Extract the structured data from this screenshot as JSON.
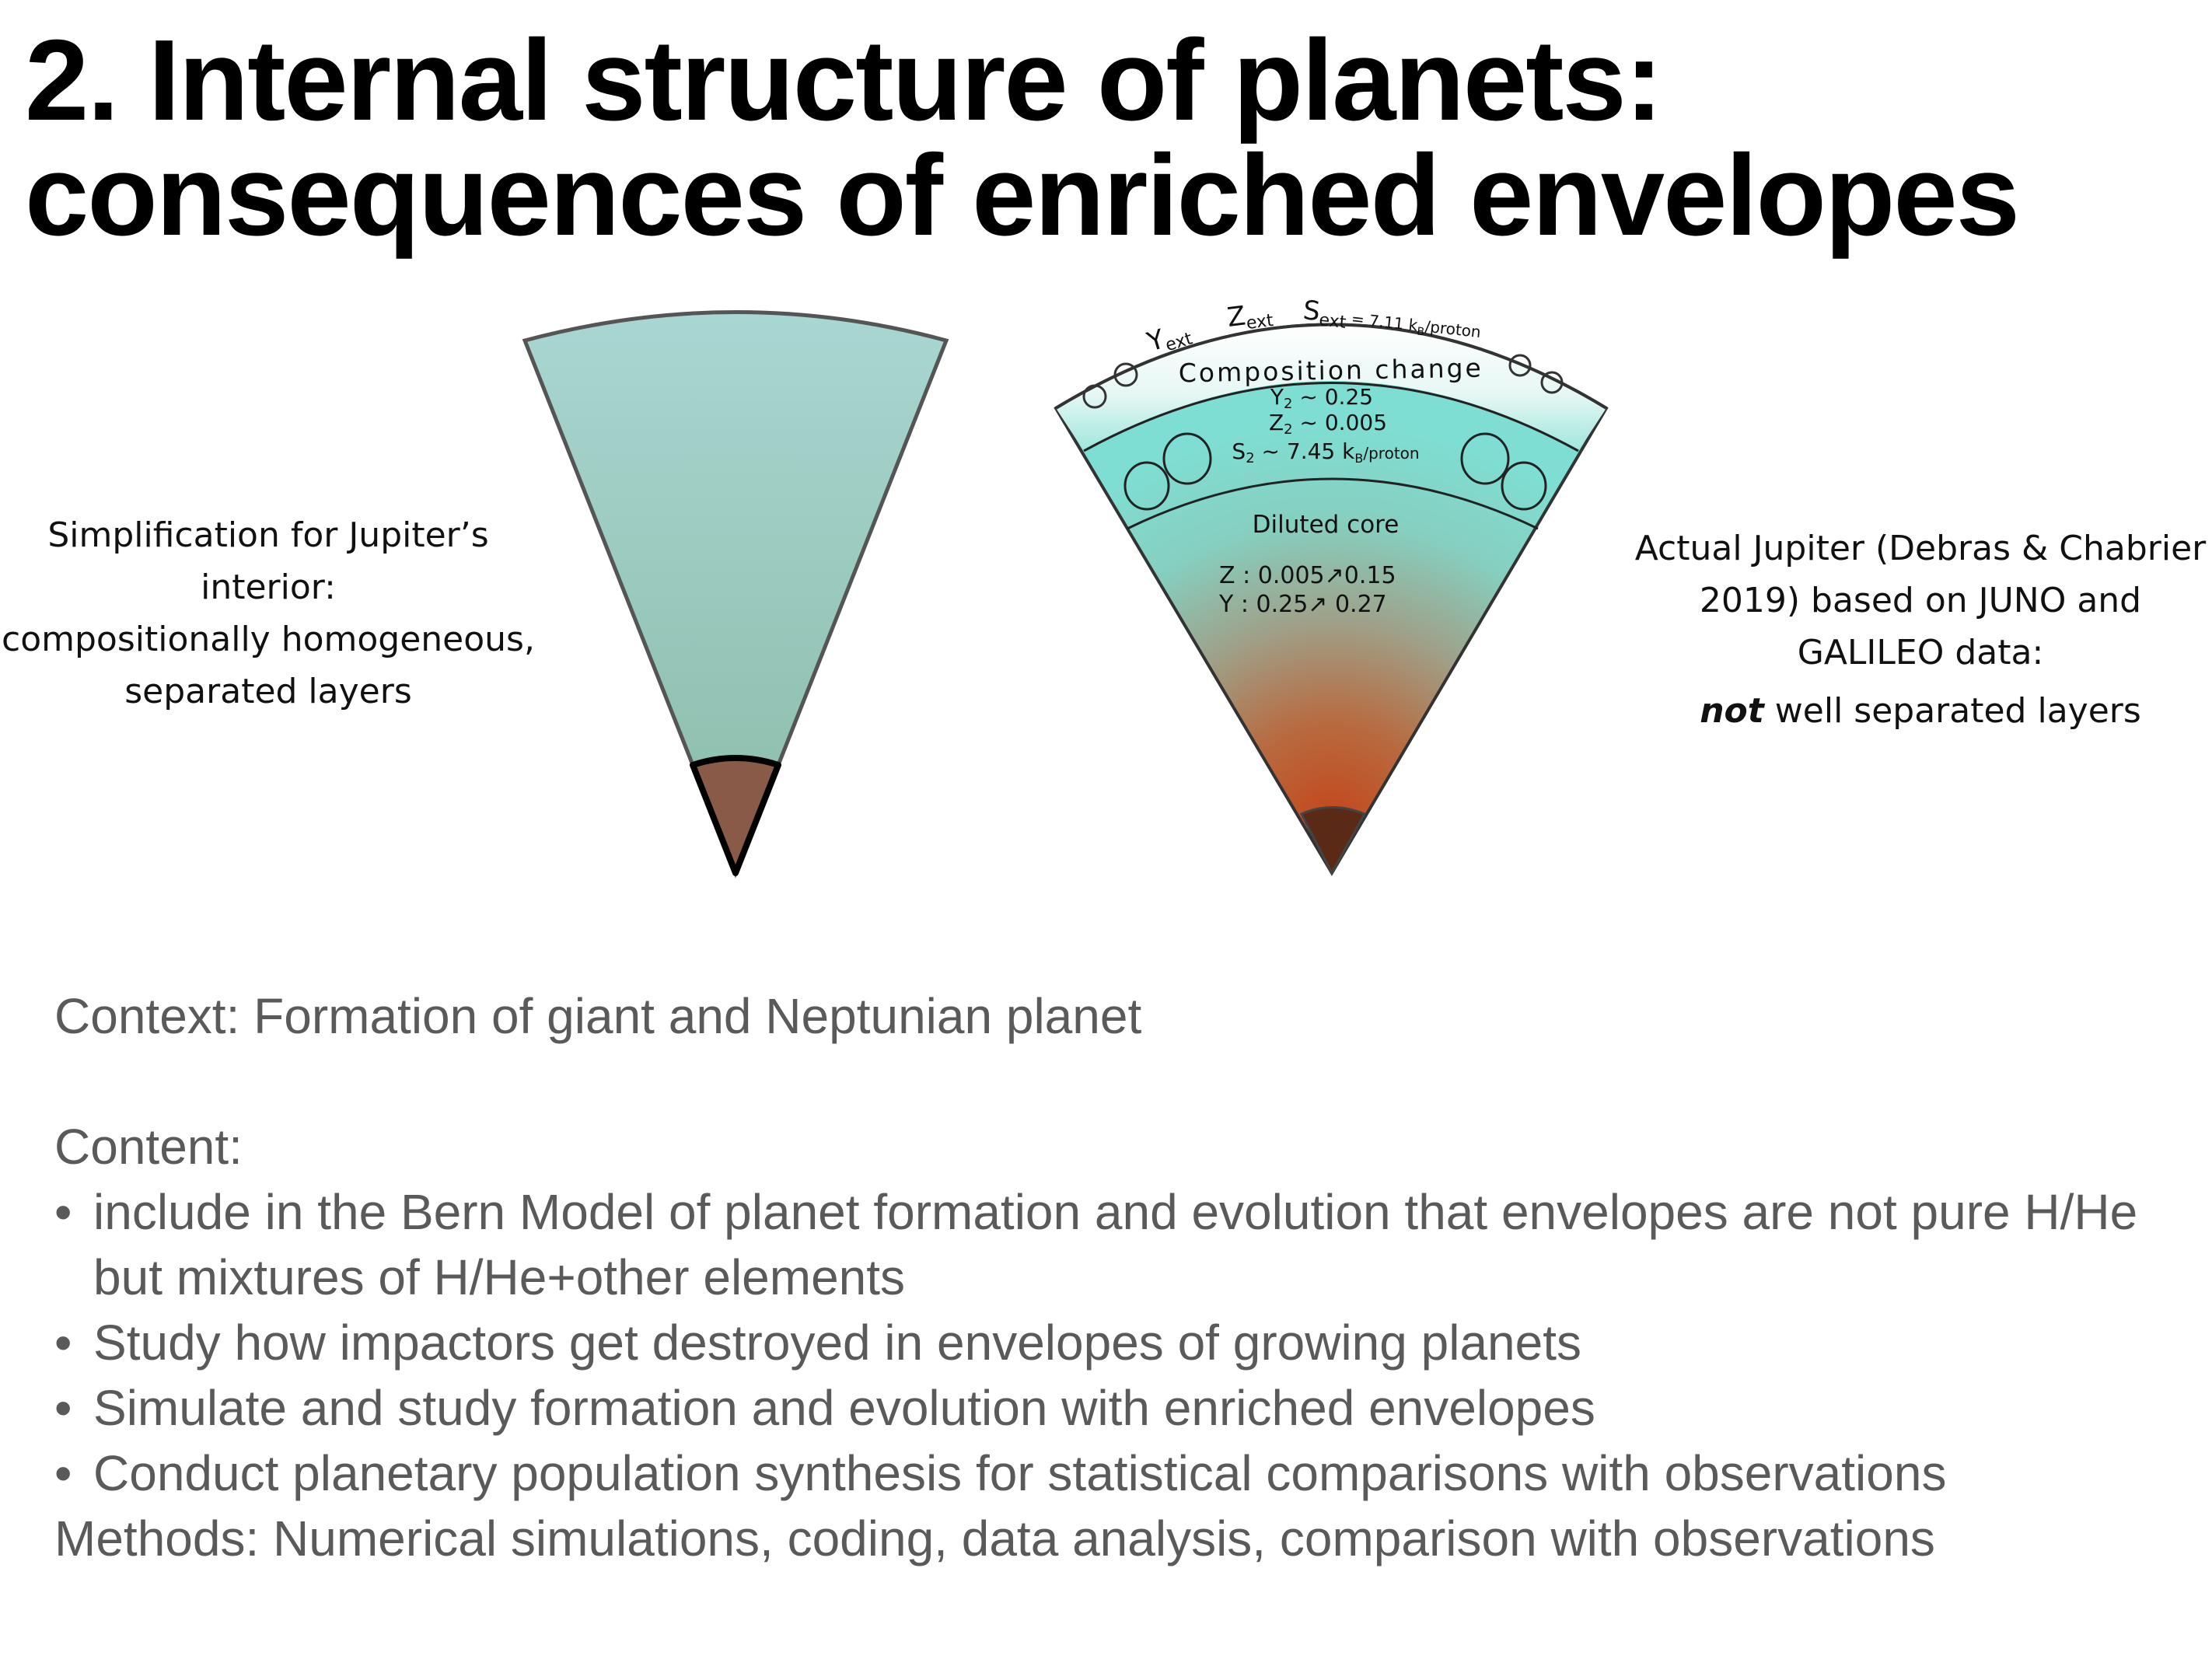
{
  "title": {
    "line1": "2. Internal structure of planets:",
    "line2": "consequences of enriched envelopes"
  },
  "left_figure": {
    "caption": [
      "Simplification for Jupiter’s",
      "interior:",
      "compositionally homogeneous,",
      "separated layers"
    ],
    "colors": {
      "envelope": "#a9d3cd",
      "envelope_bottom": "#8ebfae",
      "core": "#8a5a48",
      "outline": "#555555"
    }
  },
  "right_figure": {
    "outer_labels": {
      "y": "Y",
      "y_sub": "ext",
      "z": "Z",
      "z_sub": "ext",
      "s": "S",
      "s_sub": "ext",
      "s_value": " = 7.11 k",
      "s_unit_sub": "B",
      "s_unit": "/proton"
    },
    "composition_label": "Composition change",
    "layer2": {
      "y": "Y",
      "y_sub": "2",
      "y_value": " ~ 0.25",
      "z": "Z",
      "z_sub": "2",
      "z_value": " ~ 0.005",
      "s": "S",
      "s_sub": "2",
      "s_value": " ~ 7.45 k",
      "s_unit_sub": "B",
      "s_unit": "/proton"
    },
    "core_title": "Diluted core",
    "core_z": "Z : 0.005↗0.15",
    "core_y": "Y : 0.25↗ 0.27",
    "colors": {
      "teal": "#7fded3",
      "core_glow": "#c4521c",
      "inner_core": "#5a2a16"
    }
  },
  "right_caption": {
    "line1": "Actual Jupiter (Debras & Chabrier",
    "line2": "2019) based on JUNO and",
    "line3": "GALILEO data:",
    "emphasis": "not",
    "line4_rest": " well separated layers"
  },
  "body": {
    "context": "Context: Formation of giant and Neptunian planet",
    "content_heading": "Content:",
    "bullets": [
      "include in the Bern Model of planet formation and evolution that envelopes are not pure H/He but mixtures of H/He+other elements",
      "Study how impactors get destroyed in envelopes of growing planets",
      "Simulate and study formation and evolution with enriched envelopes",
      "Conduct planetary population synthesis for statistical comparisons with observations"
    ],
    "methods": "Methods: Numerical simulations, coding, data analysis, comparison with observations"
  }
}
